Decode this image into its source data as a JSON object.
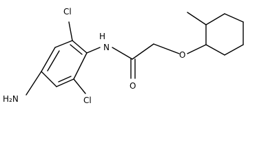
{
  "atoms": {
    "cl_top": "Cl",
    "cl_bottom": "Cl",
    "amide_n": "N",
    "amide_h": "H",
    "amine": "H₂N",
    "carbonyl_o": "O",
    "ether_o": "O"
  }
}
